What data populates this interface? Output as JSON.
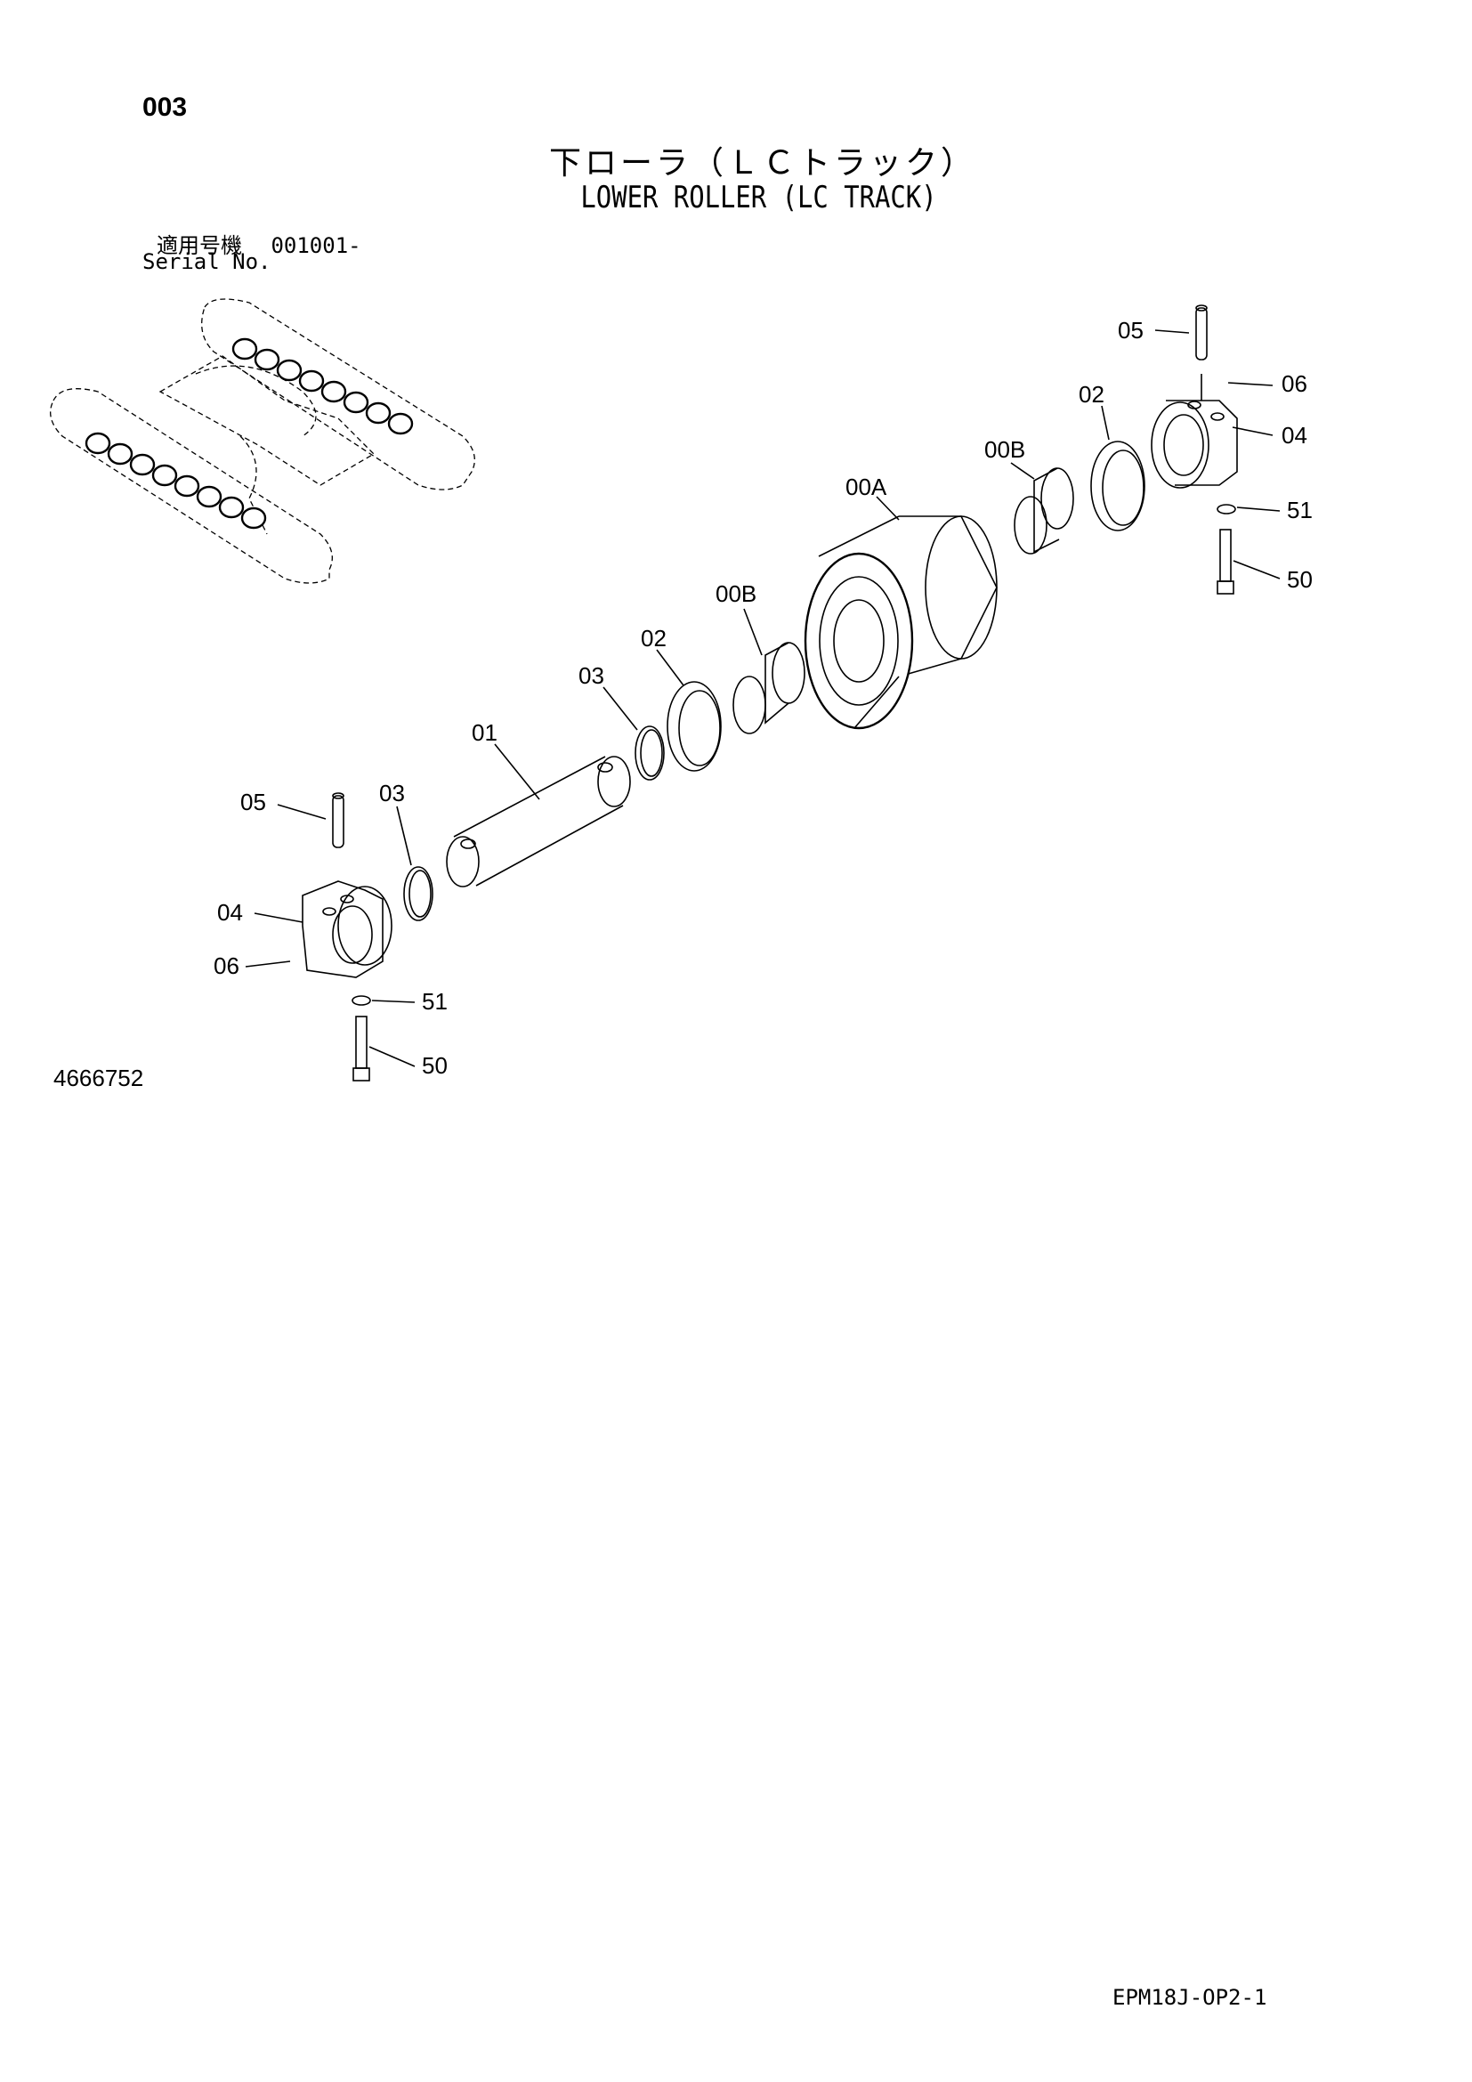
{
  "header": {
    "page_number": "003",
    "title_jp": "下ローラ（ＬＣトラック）",
    "title_en": "LOWER ROLLER (LC TRACK)",
    "serial_label_jp": "適用号機",
    "serial_value": "001001-",
    "serial_label_en": "Serial No."
  },
  "callouts": {
    "r05": "05",
    "r06": "06",
    "r04": "04",
    "r02": "02",
    "r00B": "00B",
    "r51": "51",
    "r50": "50",
    "c00A": "00A",
    "c00B": "00B",
    "c02": "02",
    "c03": "03",
    "c01": "01",
    "l05": "05",
    "l03": "03",
    "l04": "04",
    "l06": "06",
    "l51": "51",
    "l50": "50"
  },
  "footer": {
    "drawing_number": "4666752",
    "sheet_code": "EPM18J-OP2-1"
  }
}
